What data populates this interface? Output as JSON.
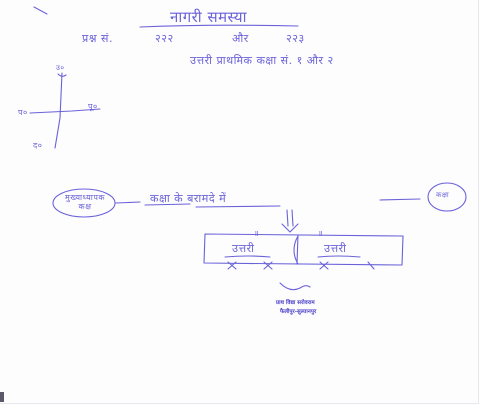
{
  "title": "नागरी समस्या",
  "line1": {
    "left": "प्रश्न सं.",
    "number_a": "२२२",
    "conjunction": "और",
    "number_b": "२२३"
  },
  "line2": "उत्तरी प्राथमिक कक्षा सं. १ और २",
  "sketch": {
    "label_left": "प०",
    "label_right": "पू०",
    "label_top": "उ०",
    "label_bottom": "द०"
  },
  "flow": {
    "left_oval": "मुख्याध्यापक कक्ष",
    "center_text": "कक्षा के बरामदे में",
    "right_oval": "कक्षा"
  },
  "room_box": {
    "marker": "॥",
    "left_label": "उत्तरी",
    "right_label": "उत्तरी"
  },
  "stamp": {
    "line1": "प्राथ विद्या सरोवराम",
    "line2": "फैलीपुर-सुल्तानपुर"
  },
  "colors": {
    "ink": "#6a62d8",
    "stamp": "#4a3fc8"
  }
}
